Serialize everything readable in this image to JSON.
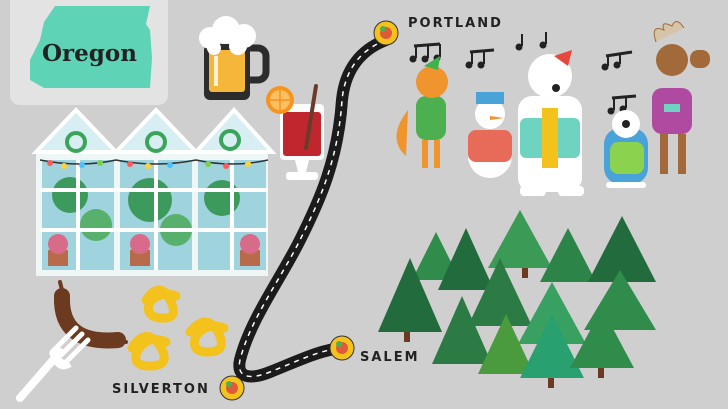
{
  "state": {
    "name": "Oregon"
  },
  "cities": {
    "portland": "PORTLAND",
    "salem": "SALEM",
    "silverton": "SILVERTON"
  },
  "icons": [
    "oregon-map-icon",
    "beer-mug-icon",
    "mulled-wine-icon",
    "greenhouse-icon",
    "sausage-fork-icon",
    "pretzel-icon",
    "road-route-icon",
    "location-pin-icon",
    "carolers-icon",
    "music-notes-icon",
    "pine-forest-icon"
  ],
  "colors": {
    "background": "#cfcfd0",
    "oregon": "#5fd3b6",
    "road": "#1b1b1b",
    "pretzel": "#f3c21c",
    "tree_dark": "#226b3c",
    "tree_mid": "#2f8c4b",
    "wine": "#c0262d"
  }
}
